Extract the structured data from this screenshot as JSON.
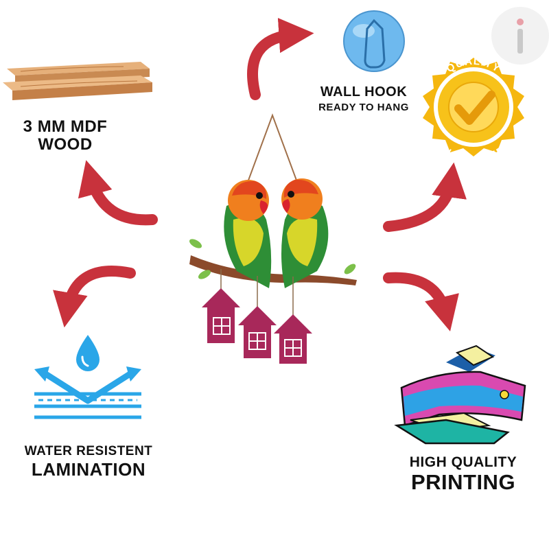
{
  "features": {
    "wood": {
      "line1": "3 MM MDF",
      "line2": "WOOD"
    },
    "hook": {
      "line1": "WALL HOOK",
      "line2": "READY TO HANG"
    },
    "quality_badge": {
      "top": "QUALITY",
      "bottom": "GUARANTEED"
    },
    "water": {
      "line1": "WATER RESISTENT",
      "line2": "LAMINATION"
    },
    "printing": {
      "line1": "HIGH QUALITY",
      "line2": "PRINTING"
    }
  },
  "icons": {
    "wood": "wood-planks-icon",
    "hook": "wall-hook-icon",
    "badge": "quality-guaranteed-icon",
    "water": "water-resistant-icon",
    "printer": "printer-icon",
    "product": "lovebird-wall-hanging-icon",
    "brand": "brand-logo-icon"
  },
  "colors": {
    "arrow": "#C8323C",
    "badge_gold": "#F5B70F",
    "water_blue": "#2AA6E8",
    "house": "#A8285A"
  }
}
